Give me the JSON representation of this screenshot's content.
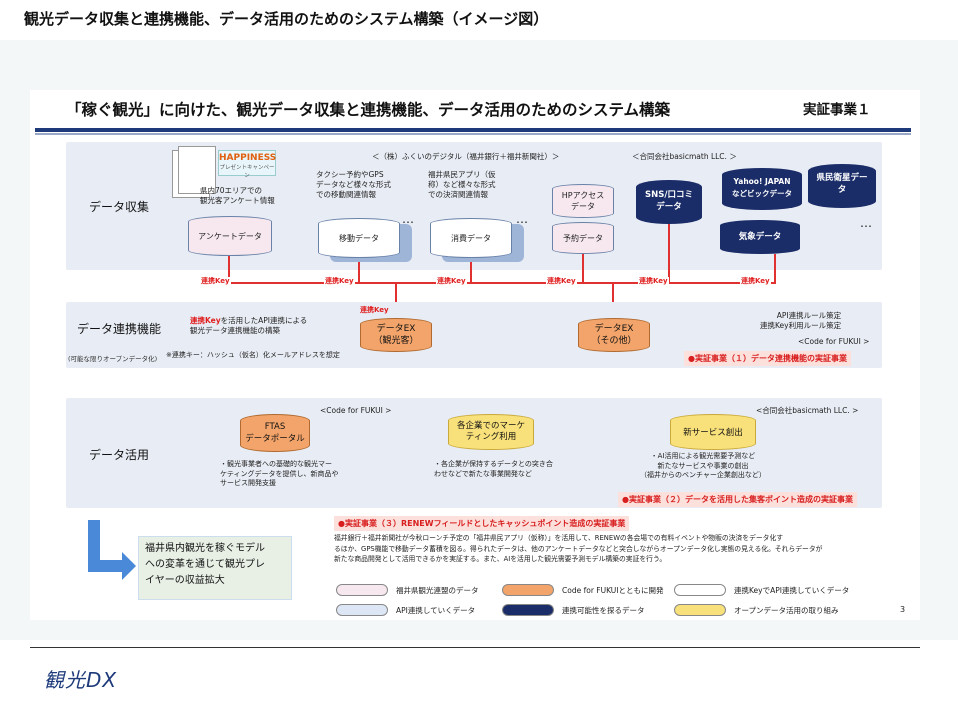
{
  "page_title": "観光データ収集と連携機能、データ活用のためのシステム構築（イメージ図）",
  "slide_title": "「稼ぐ観光」に向けた、観光データ収集と連携機能、データ活用のためのシステム構築",
  "slide_tag": "実証事業１",
  "page_number": "3",
  "logo_text": "観光DX",
  "bands": {
    "collect_label": "データ収集",
    "link_label": "データ連携機能",
    "link_sub": "(可能な限りオープンデータ化)",
    "use_label": "データ活用"
  },
  "collect": {
    "fukui_digital": "＜（株）ふくいのデジタル（福井銀行＋福井新聞社）＞",
    "basicmath_top": "＜合同会社basicmath LLC. ＞",
    "happiness_logo": "HAPPINESS",
    "happiness_sub": "プレゼントキャンペーン",
    "survey_desc": "県内70エリアでの\n観光客アンケート情報",
    "survey_cyl": "アンケートデータ",
    "move_desc": "タクシー予約やGPS\nデータなど様々な形式\nでの移動関連情報",
    "move_cyl": "移動データ",
    "consume_desc": "福井県民アプリ（仮\n称）など様々な形式\nでの決済関連情報",
    "consume_cyl": "消費データ",
    "hp_cyl": "HPアクセス\nデータ",
    "reserve_cyl": "予約データ",
    "sns_cyl": "SNS/口コミ\nデータ",
    "yahoo_cyl": "Yahoo! JAPAN\nなどビックデータ",
    "satellite_cyl": "県民衛星デー\nタ",
    "weather_cyl": "気象データ",
    "ellipsis": "…",
    "renkei_key": "連携Key"
  },
  "link": {
    "desc_red": "連携Key",
    "desc_rest": "を活用したAPI連携による\n観光データ連携機能の構築",
    "note": "※連携キー：ハッシュ（仮名）化メールアドレスを想定",
    "ex_tourist": "データEX\n（観光客）",
    "ex_other": "データEX\n（その他）",
    "rules": "API連携ルール策定\n連携Key利用ルール策定",
    "code_fukui": "<Code for FUKUI >",
    "ribbon": "●実証事業（１）データ連携機能の実証事業"
  },
  "use": {
    "code_fukui": "<Code for FUKUI >",
    "basicmath": "<合同会社basicmath LLC. >",
    "ftas": "FTAS\nデータポータル",
    "marketing": "各企業でのマーケ\nティング利用",
    "newservice": "新サービス創出",
    "ftas_desc": "・観光事業者への基礎的な観光マー\nケティングデータを提供し、新商品や\nサービス開発支援",
    "marketing_desc": "・各企業が保持するデータとの突き合\nわせなどで新たな事業開発など",
    "newservice_desc": "・AI活用による観光需要予測など\n新たなサービスや事業の創出\n（福井からのベンチャー企業創出など）",
    "ribbon": "●実証事業（２）データを活用した集客ポイント造成の実証事業"
  },
  "bottom": {
    "outcome": "福井県内観光を稼ぐモデル\nへの変革を通じて観光プレ\nイヤーの収益拡大",
    "ribbon3": "●実証事業（３）RENEWフィールドとしたキャッシュポイント造成の実証事業",
    "desc": "福井銀行＋福井新聞社が今秋ローンチ予定の「福井県民アプリ（仮称）」を活用して、RENEWの各会場での有料イベントや物販の決済をデータ化す\nるほか、GPS機能で移動データ蓄積を図る。得られたデータは、他のアンケートデータなどと突合しながらオープンデータ化し実態の見える化。それらデータが\n新たな商品開発として活用できるかを実証する。また、AIを活用した観光需要予測モデル構築の実証を行う。"
  },
  "legend": [
    {
      "label": "福井県観光連盟のデータ",
      "color": "#f6e8ee"
    },
    {
      "label": "Code for FUKUIとともに開発",
      "color": "#f2a46a"
    },
    {
      "label": "連携KeyでAPI連携していくデータ",
      "color": "#ffffff"
    },
    {
      "label": "API連携していくデータ",
      "color": "#dde6f4"
    },
    {
      "label": "連携可能性を探るデータ",
      "color": "#1b2d68"
    },
    {
      "label": "オープンデータ活用の取り組み",
      "color": "#f8e07a"
    }
  ]
}
